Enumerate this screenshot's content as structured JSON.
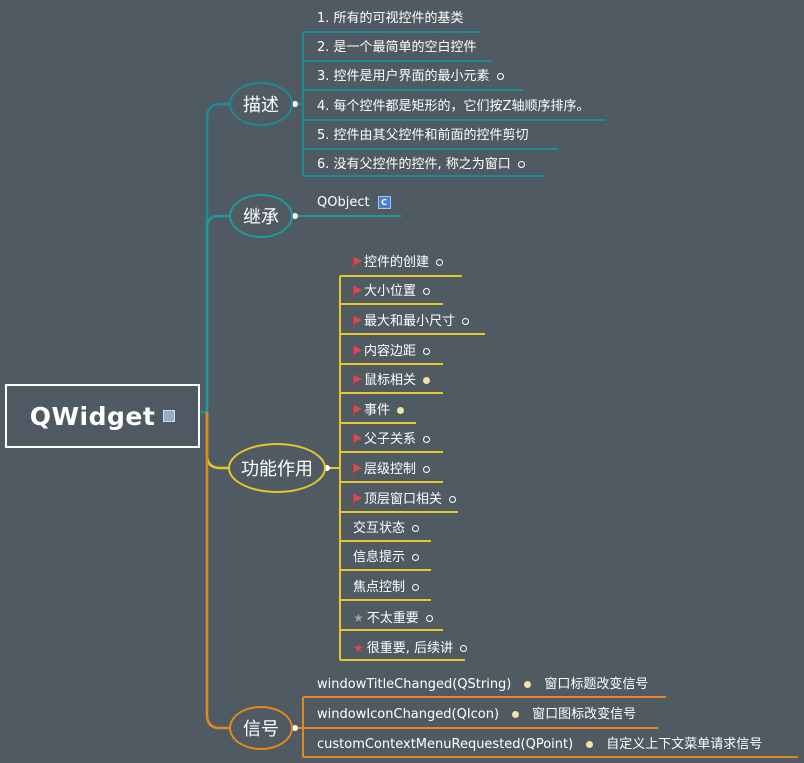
{
  "root": {
    "label": "QWidget",
    "note_icon": "note-icon"
  },
  "colors": {
    "background": "#505a63",
    "teal": "#1f9a9a",
    "teal_dark": "#1e8a94",
    "yellow": "#e6c62a",
    "orange": "#e08a1e"
  },
  "branches": {
    "description": {
      "label": "描述",
      "items": [
        {
          "text": "1. 所有的可视控件的基类",
          "has_note": false
        },
        {
          "text": "2. 是一个最简单的空白控件",
          "has_note": false
        },
        {
          "text": "3. 控件是用户界面的最小元素",
          "has_note": true
        },
        {
          "text": "4. 每个控件都是矩形的，它们按Z轴顺序排序。",
          "has_note": false
        },
        {
          "text": "5. 控件由其父控件和前面的控件剪切",
          "has_note": false
        },
        {
          "text": "6. 没有父控件的控件, 称之为窗口",
          "has_note": true
        }
      ]
    },
    "inheritance": {
      "label": "继承",
      "items": [
        {
          "text": "QObject",
          "icon_letter": "C"
        }
      ]
    },
    "features": {
      "label": "功能作用",
      "items": [
        {
          "text": "控件的创建",
          "marker": "flag"
        },
        {
          "text": "大小位置",
          "marker": "flag"
        },
        {
          "text": "最大和最小尺寸",
          "marker": "flag"
        },
        {
          "text": "内容边距",
          "marker": "flag"
        },
        {
          "text": "鼠标相关",
          "marker": "flag"
        },
        {
          "text": "事件",
          "marker": "flag"
        },
        {
          "text": "父子关系",
          "marker": "flag"
        },
        {
          "text": "层级控制",
          "marker": "flag"
        },
        {
          "text": "顶层窗口相关",
          "marker": "flag"
        },
        {
          "text": "交互状态",
          "marker": "none"
        },
        {
          "text": "信息提示",
          "marker": "none"
        },
        {
          "text": "焦点控制",
          "marker": "none"
        },
        {
          "text": "不太重要",
          "marker": "grey-star"
        },
        {
          "text": "很重要, 后续讲",
          "marker": "red-star"
        }
      ]
    },
    "signals": {
      "label": "信号",
      "items": [
        {
          "signal": "windowTitleChanged(QString)",
          "desc": "窗口标题改变信号"
        },
        {
          "signal": "windowIconChanged(QIcon)",
          "desc": "窗口图标改变信号"
        },
        {
          "signal": "customContextMenuRequested(QPoint)",
          "desc": "自定义上下文菜单请求信号"
        }
      ]
    }
  }
}
